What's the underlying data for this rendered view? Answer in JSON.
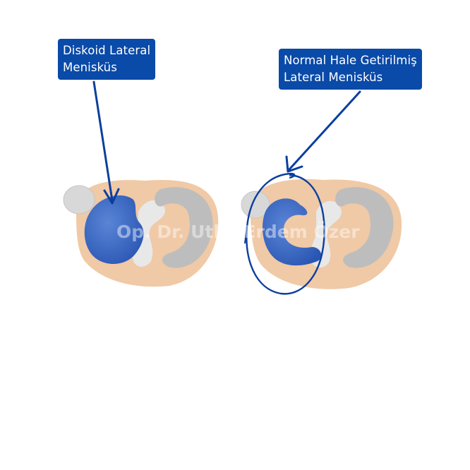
{
  "labels": {
    "left": "Diskoid Lateral\nMenisküs",
    "right": "Normal Hale Getirilmiş\nLateral Menisküs"
  },
  "watermark": "Op. Dr. Utku Erdem Özer",
  "colors": {
    "label_bg": "#0a4aa8",
    "tibia": "#f0c9a6",
    "meniscus_lateral": "#2f5cb8",
    "meniscus_medial": "#bdbdbd",
    "arrow": "#0a3f9e"
  }
}
